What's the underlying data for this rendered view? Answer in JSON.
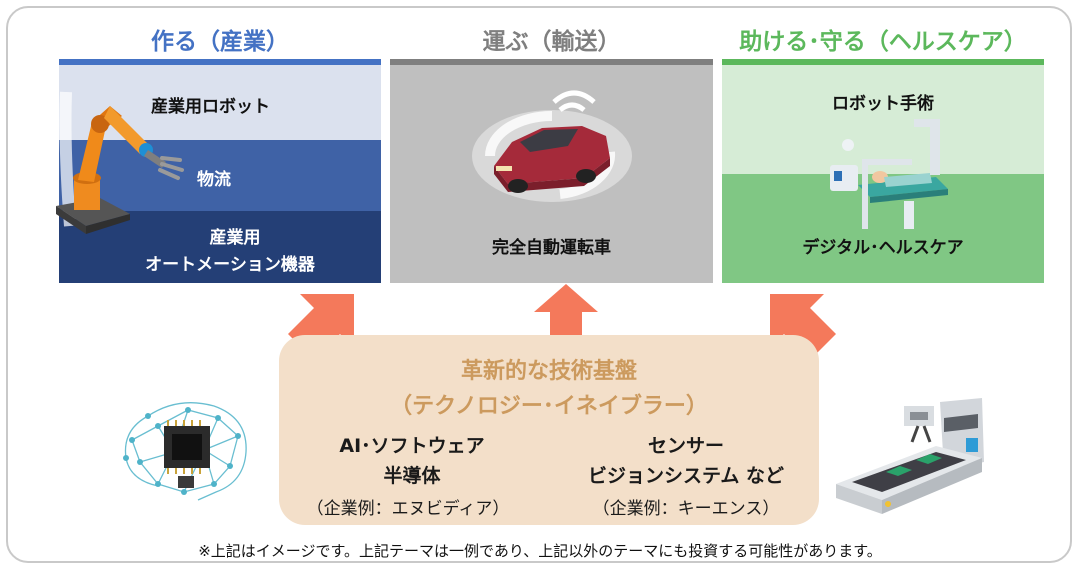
{
  "columns": [
    {
      "title": "作る（産業）",
      "color": "#4472c4",
      "labels": [
        "産業用ロボット",
        "物流",
        "産業用",
        "オートメーション機器"
      ]
    },
    {
      "title": "運ぶ（輸送）",
      "color": "#7f7f7f",
      "labels": [
        "完全自動運転車"
      ]
    },
    {
      "title": "助ける･守る（ヘルスケア）",
      "color": "#5cb85c",
      "labels": [
        "ロボット手術",
        "デジタル･ヘルスケア"
      ]
    }
  ],
  "foundation": {
    "title_line1": "革新的な技術基盤",
    "title_line2": "（テクノロジー･イネイブラー）",
    "left": {
      "line1": "AI･ソフトウェア",
      "line2": "半導体",
      "example": "（企業例：エヌビディア）"
    },
    "right": {
      "line1": "センサー",
      "line2": "ビジョンシステム など",
      "example": "（企業例：キーエンス）"
    }
  },
  "arrow_color": "#f4795b",
  "footnote": "※上記はイメージです。上記テーマは一例であり、上記以外のテーマにも投資する可能性があります。",
  "icons": [
    "robot-arm-icon",
    "autonomous-car-icon",
    "surgical-robot-icon",
    "ai-brain-chip-icon",
    "factory-conveyor-icon"
  ]
}
